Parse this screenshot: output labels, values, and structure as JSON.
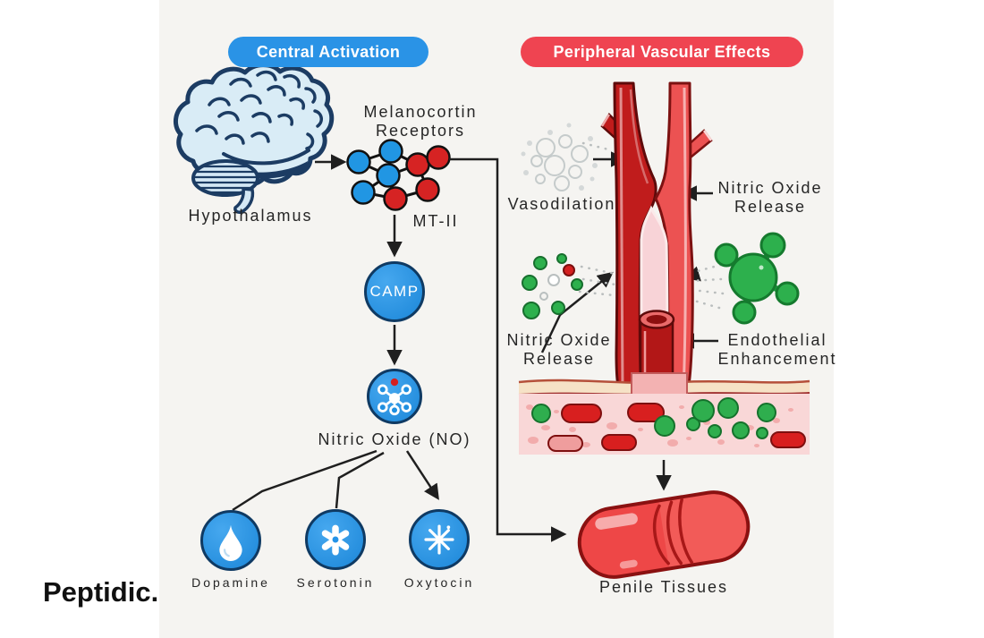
{
  "brand": {
    "logo_text": "Peptidic."
  },
  "badges": {
    "central": "Central Activation",
    "peripheral": "Peripheral Vascular Effects"
  },
  "central_pathway": {
    "hypothalamus": "Hypothalamus",
    "receptors": "Melanocortin Receptors",
    "peptide": "MT-II",
    "messenger": "CAMP",
    "output": "Nitric Oxide (NO)",
    "neurotransmitters": [
      {
        "label": "Dopamine",
        "icon": "droplet-icon"
      },
      {
        "label": "Serotonin",
        "icon": "splat-icon"
      },
      {
        "label": "Oxytocin",
        "icon": "asterisk-icon"
      }
    ]
  },
  "peripheral_pathway": {
    "vasodilation": "Vasodilation",
    "no_release_upper": "Nitric Oxide Release",
    "no_release_lower": "Nitric Oxide Release",
    "endothelial": "Endothelial Enhancement",
    "target": "Penile Tissues"
  },
  "icons": {
    "brain": "brain-icon",
    "receptor_network": "receptor-network-icon",
    "no_molecule": "no-molecule-icon",
    "vasodilation_particles": "bubble-particles-icon",
    "no_particles": "green-particles-icon",
    "endothelial_molecule": "green-molecule-icon",
    "vessel": "blood-vessel-illustration",
    "tissue": "tissue-cross-section",
    "capsule": "penile-tissue-capsule"
  },
  "colors": {
    "badge_blue": "#2a93e6",
    "badge_red": "#ef4451",
    "node_blue": "#2196e3",
    "node_red": "#d62323",
    "green": "#2db04d",
    "vessel_dark_red": "#c01c1c",
    "vessel_light_red": "#ec5252",
    "text": "#262626"
  }
}
